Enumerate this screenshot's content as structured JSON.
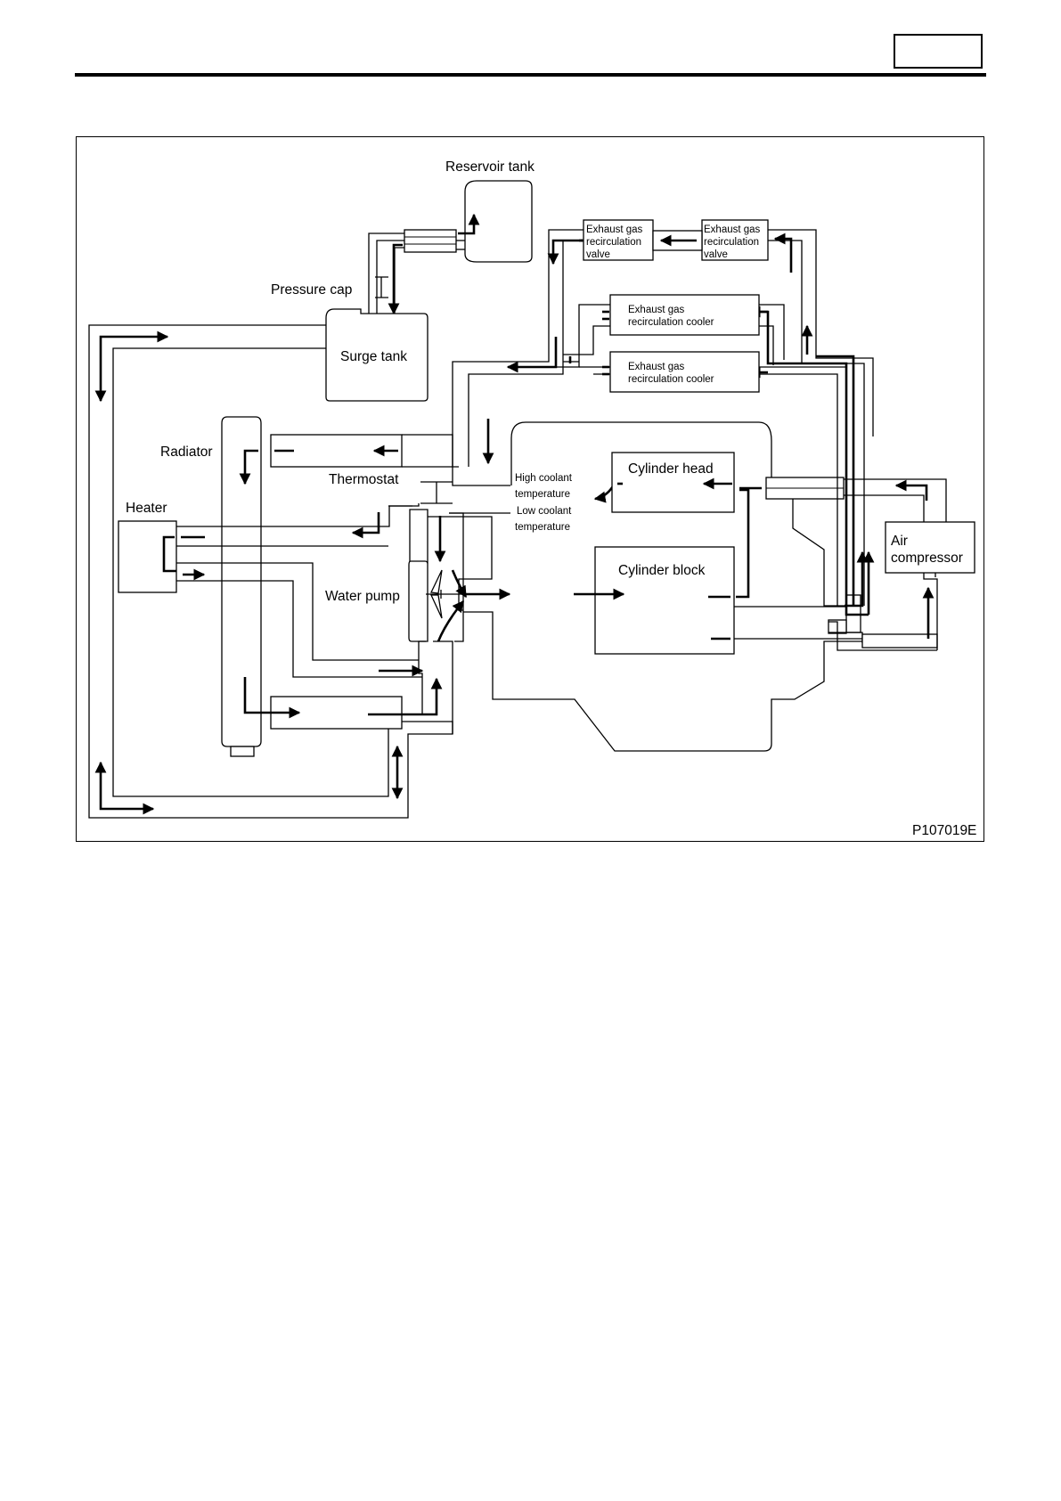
{
  "page": {
    "code": ""
  },
  "figure_id": "P107019E",
  "labels": {
    "reservoir_tank": "Reservoir tank",
    "pressure_cap": "Pressure cap",
    "surge_tank": "Surge tank",
    "radiator": "Radiator",
    "thermostat": "Thermostat",
    "heater": "Heater",
    "water_pump": "Water pump",
    "high_coolant_temp": [
      "High coolant",
      "temperature"
    ],
    "low_coolant_temp": [
      "Low coolant",
      "temperature"
    ],
    "cylinder_head": "Cylinder head",
    "cylinder_block": "Cylinder block",
    "air_compressor": [
      "Air",
      "compressor"
    ],
    "egr_valve_left": [
      "Exhaust gas",
      "recirculation",
      "valve"
    ],
    "egr_valve_right": [
      "Exhaust gas",
      "recirculation",
      "valve"
    ],
    "egr_cooler_upper": [
      "Exhaust gas",
      "recirculation cooler"
    ],
    "egr_cooler_lower": [
      "Exhaust gas",
      "recirculation cooler"
    ]
  }
}
